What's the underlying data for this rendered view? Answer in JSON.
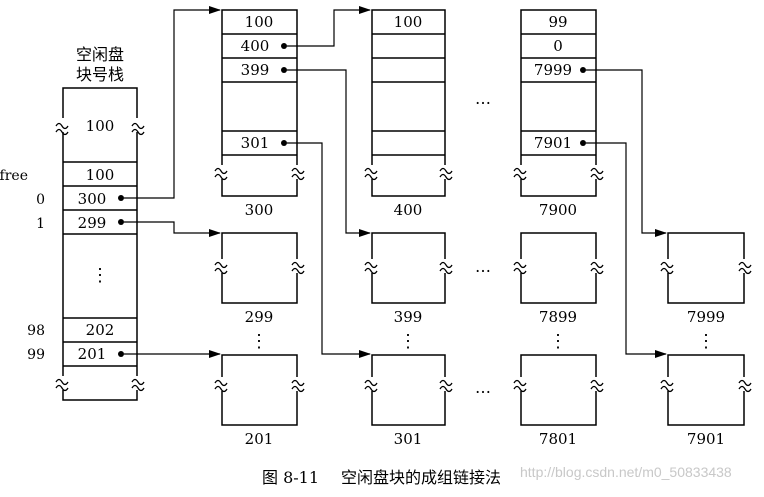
{
  "stack": {
    "title_line1": "空闲盘",
    "title_line2": "块号栈",
    "top_value": "100",
    "sfree_label": "S.free",
    "sfree_value": "100",
    "idx0": "0",
    "val0": "300",
    "idx1": "1",
    "val1": "299",
    "dots": "⋮",
    "idx98": "98",
    "val98": "202",
    "idx99": "99",
    "val99": "201"
  },
  "blocks": {
    "b300": {
      "count": "100",
      "ptr1": "400",
      "ptr2": "399",
      "ptr3": "301",
      "label": "300"
    },
    "b400": {
      "count": "100",
      "label": "400"
    },
    "b7900": {
      "count": "99",
      "zero": "0",
      "ptr1": "7999",
      "ptr2": "7901",
      "label": "7900"
    },
    "small": {
      "b299": "299",
      "b399": "399",
      "b7899": "7899",
      "b7999": "7999",
      "b201": "201",
      "b301": "301",
      "b7801": "7801",
      "b7901": "7901"
    }
  },
  "ellipsis_h": "…",
  "ellipsis_v": "⋮",
  "caption": {
    "figure_no": "图 8-11",
    "title": "空闲盘块的成组链接法"
  },
  "watermark": "http://blog.csdn.net/m0_50833438"
}
